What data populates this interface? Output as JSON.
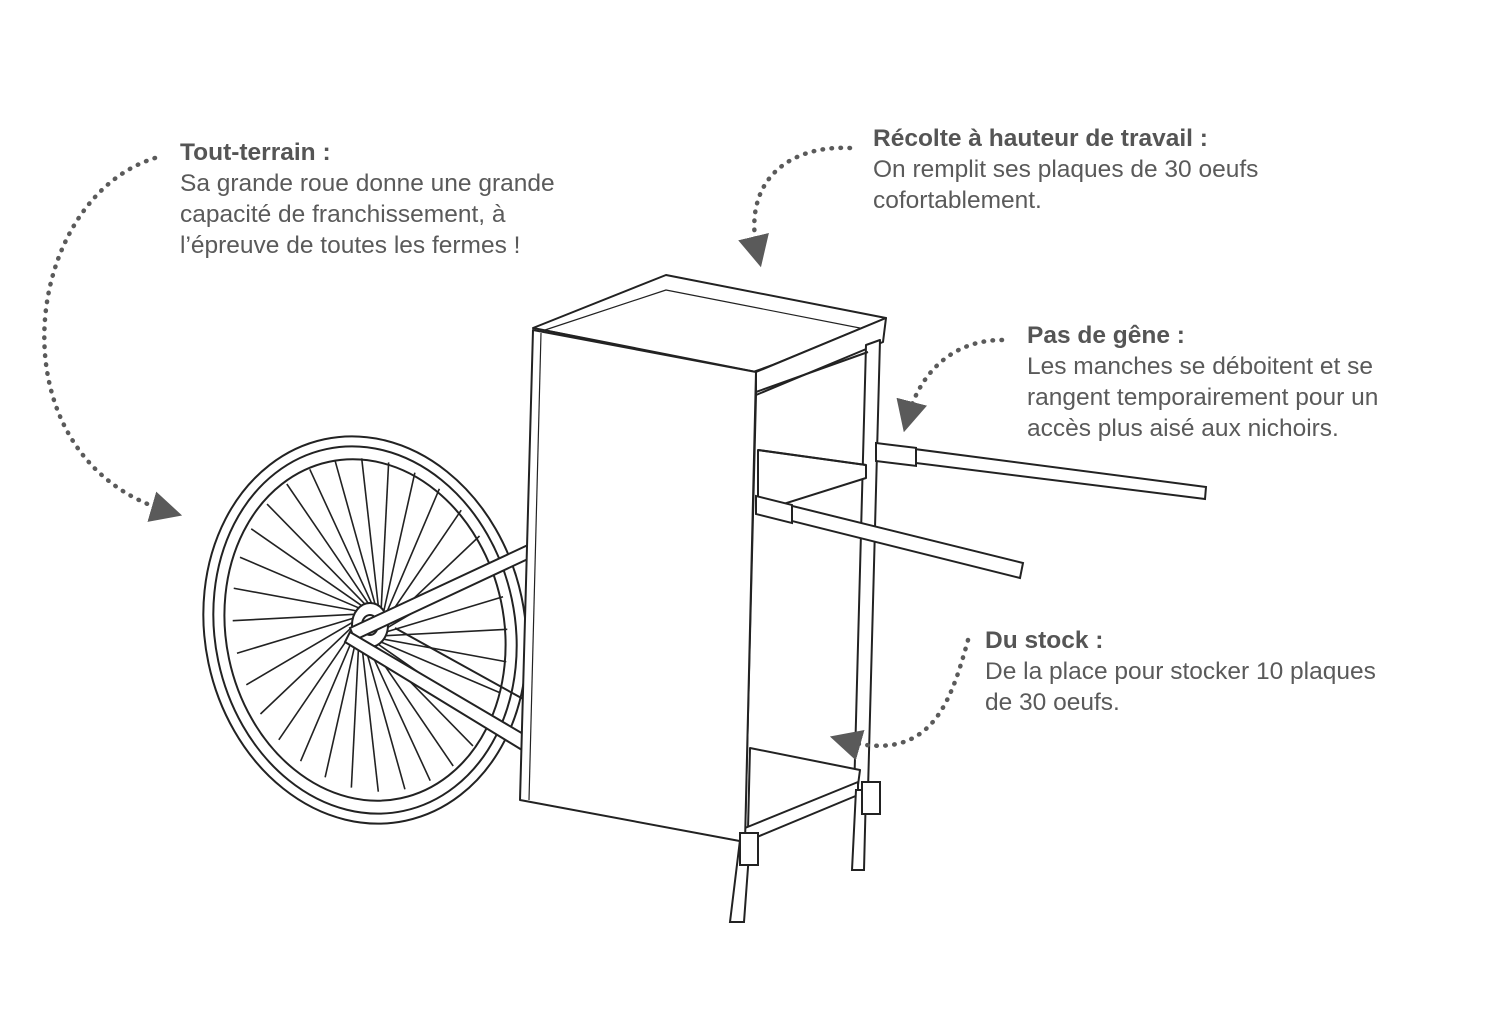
{
  "callouts": {
    "tout_terrain": {
      "title": "Tout-terrain :",
      "body": "Sa grande roue donne une grande\ncapacité de franchissement, à\nl’épreuve de toutes les fermes !"
    },
    "recolte": {
      "title": "Récolte à hauteur de travail :",
      "body": "On remplit ses plaques de 30 oeufs\ncofortablement."
    },
    "pas_de_gene": {
      "title": "Pas de gêne :",
      "body": "Les manches se déboitent et se\nrangent temporairement pour un\naccès plus aisé aux nichoirs."
    },
    "du_stock": {
      "title": "Du stock :",
      "body": "De la place pour stocker 10 plaques\nde 30 oeufs."
    }
  },
  "colors": {
    "text": "#5a5a5a",
    "line": "#222222",
    "arrow": "#5a5a5a"
  }
}
